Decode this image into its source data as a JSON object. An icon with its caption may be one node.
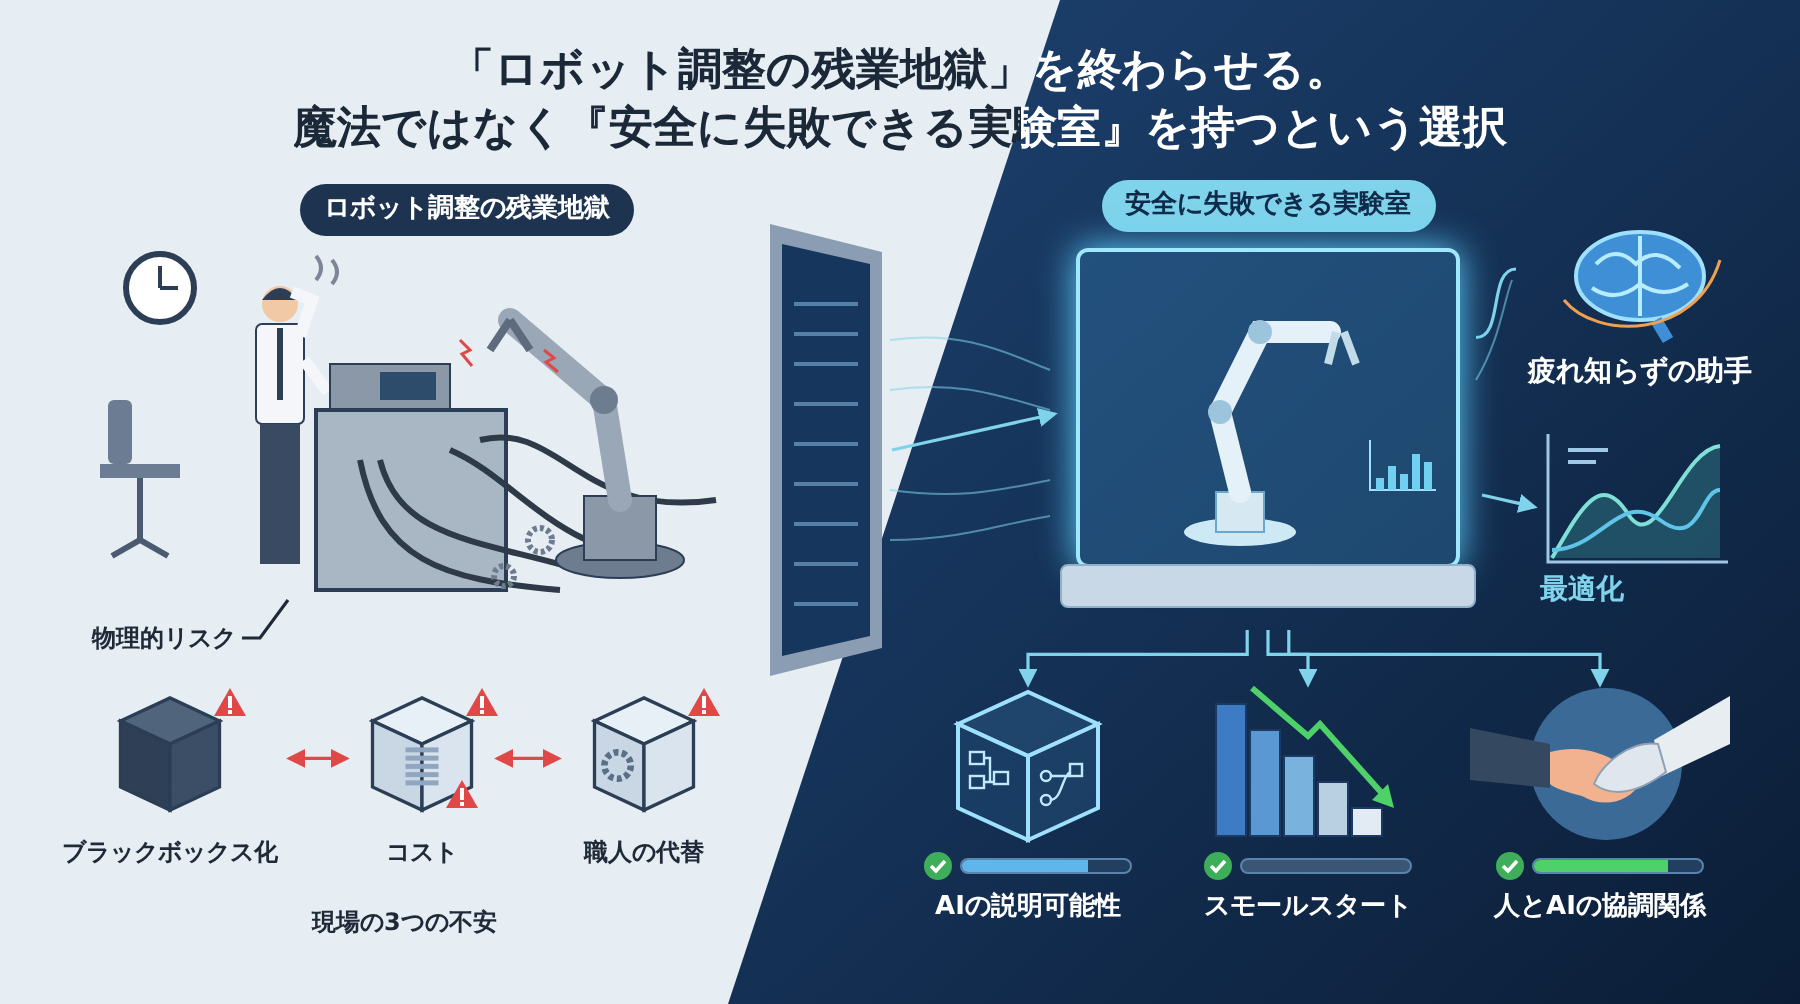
{
  "diagram": {
    "title": "「ロボット調整の残業地獄」を終わらせる。",
    "nodes": [
      {
        "text": [
          "ロボット調整の残業地獄"
        ]
      },
      {
        "text": [
          "安全に失敗できる実験室"
        ]
      },
      {
        "text": [],
        "shape": "picture"
      },
      {
        "text": [],
        "shape": "picture"
      },
      {
        "text": [],
        "shape": "picture",
        "beside": [
          "疲れ知らずの助手"
        ]
      },
      {
        "text": [],
        "shape": "picture",
        "beside": [
          "最適化"
        ]
      },
      {
        "text": [
          "物理的リスク"
        ]
      },
      {
        "text": [
          "ブラックボックス化"
        ]
      },
      {
        "text": [
          "コスト"
        ]
      },
      {
        "text": [
          "職人の代替"
        ]
      },
      {
        "text": [
          "AIの説明可能性"
        ]
      },
      {
        "text": [
          "スモールスタート"
        ]
      },
      {
        "text": [
          "人とAIの協調関係"
        ]
      }
    ],
    "edges": [
      {
        "from": 3,
        "to": 1,
        "arrow": "to"
      },
      {
        "from": 1,
        "to": 5,
        "arrow": "to"
      },
      {
        "from": 1,
        "to": 10,
        "arrow": "to"
      },
      {
        "from": 1,
        "to": 11,
        "arrow": "to"
      },
      {
        "from": 1,
        "to": 12,
        "arrow": "to"
      },
      {
        "from": 6,
        "to": 2,
        "arrow": "none",
        "color": "#1f2937"
      },
      {
        "from": 7,
        "to": 8,
        "arrow": "both",
        "color": "#e04848"
      },
      {
        "from": 8,
        "to": 9,
        "arrow": "both",
        "color": "#e04848"
      },
      {
        "from": 1,
        "to": 4,
        "arrow": "none"
      }
    ],
    "labels": [
      "魔法ではなく『安全に失敗できる実験室』を持つという選択",
      "現場の3つの不安"
    ]
  }
}
